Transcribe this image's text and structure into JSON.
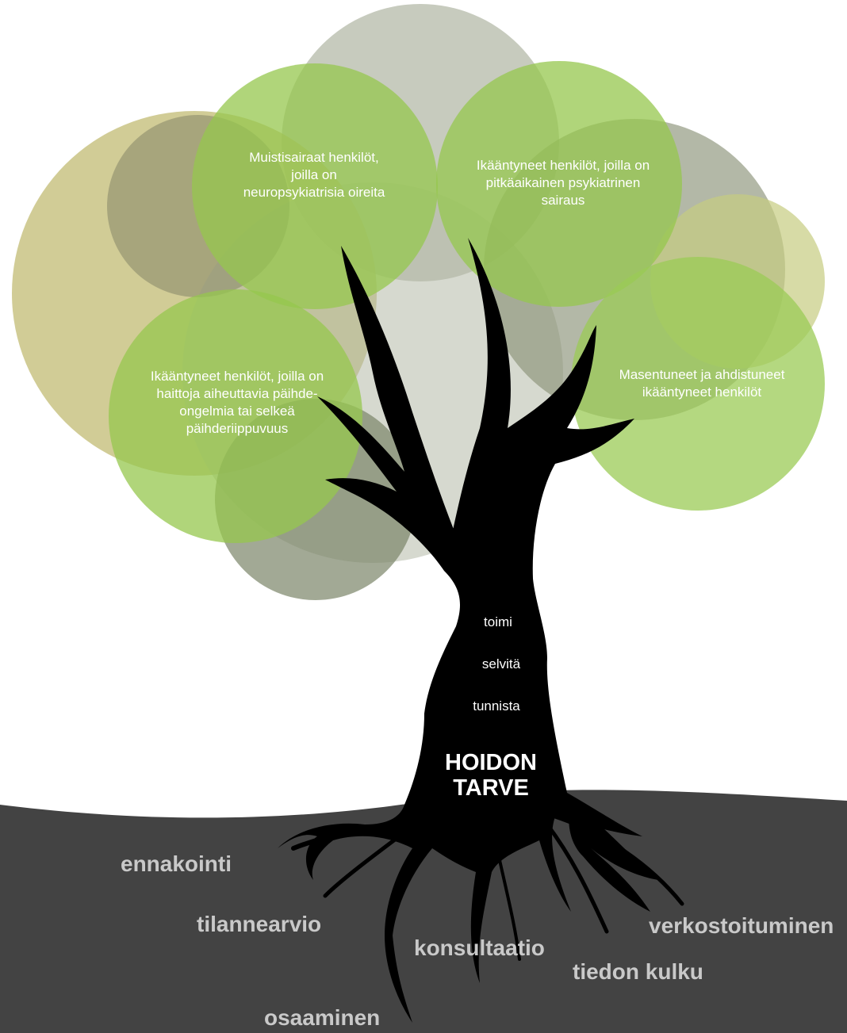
{
  "groups": {
    "dementia": "Muistisairaat henkilöt, joilla on neuropsykiatrisia oireita",
    "psychiatric": "Ikääntyneet henkilöt, joilla on pitkäaikainen psykiatrinen sairaus",
    "substance": "Ikääntyneet henkilöt, joilla on haittoja aiheuttavia päihde-ongelmia tai selkeä päihderiippuvuus",
    "depression": "Masentuneet ja ahdistuneet ikääntyneet henkilöt"
  },
  "trunk": {
    "act": "toimi",
    "clarify": "selvitä",
    "recognize": "tunnista",
    "need_line1": "HOIDON",
    "need_line2": "TARVE"
  },
  "roots": {
    "anticipation": "ennakointi",
    "assessment": "tilannearvio",
    "consultation": "konsultaatio",
    "networking": "verkostoituminen",
    "info_flow": "tiedon kulku",
    "expertise": "osaaminen"
  },
  "colors": {
    "ground": "#434343",
    "trunk": "#000000",
    "leaf_green": "#8cc43f",
    "leaf_olive": "#b5b050",
    "leaf_gray": "#8a9278",
    "root_text": "#c9c9c9"
  }
}
